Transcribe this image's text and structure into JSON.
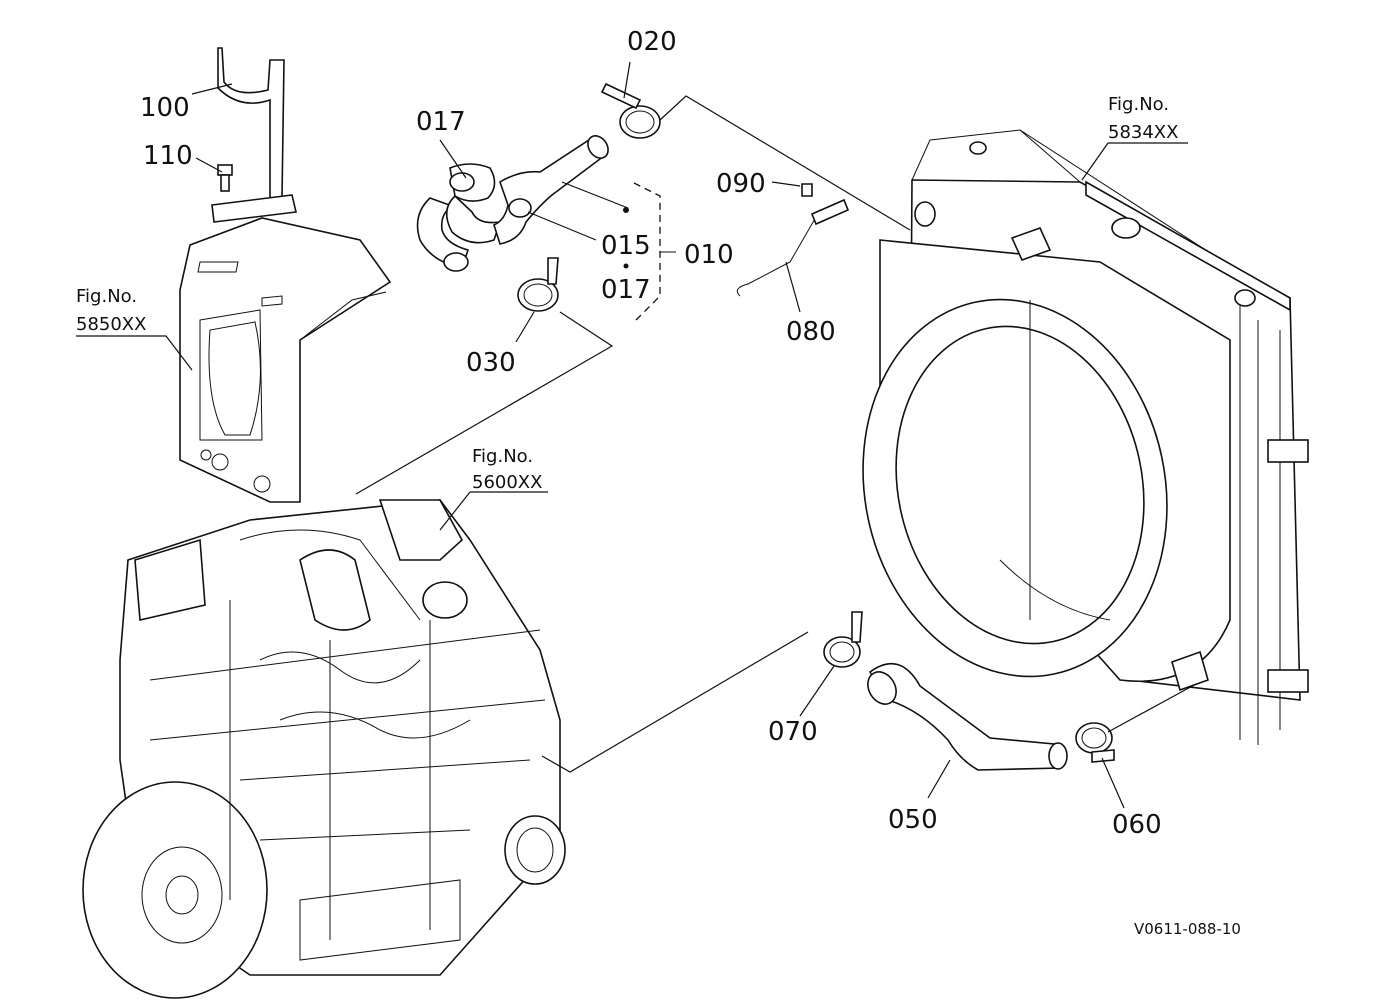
{
  "callouts": {
    "p100": "100",
    "p110": "110",
    "p017a": "017",
    "p020": "020",
    "p015": "015",
    "p010": "010",
    "p017b": "017",
    "p030": "030",
    "p090": "090",
    "p080": "080",
    "p070": "070",
    "p050": "050",
    "p060": "060"
  },
  "figure_refs": {
    "fig5850": {
      "label": "Fig.No.",
      "number": "5850XX"
    },
    "fig5600": {
      "label": "Fig.No.",
      "number": "5600XX"
    },
    "fig5834": {
      "label": "Fig.No.",
      "number": "5834XX"
    }
  },
  "drawing_code": "V0611-088-10"
}
